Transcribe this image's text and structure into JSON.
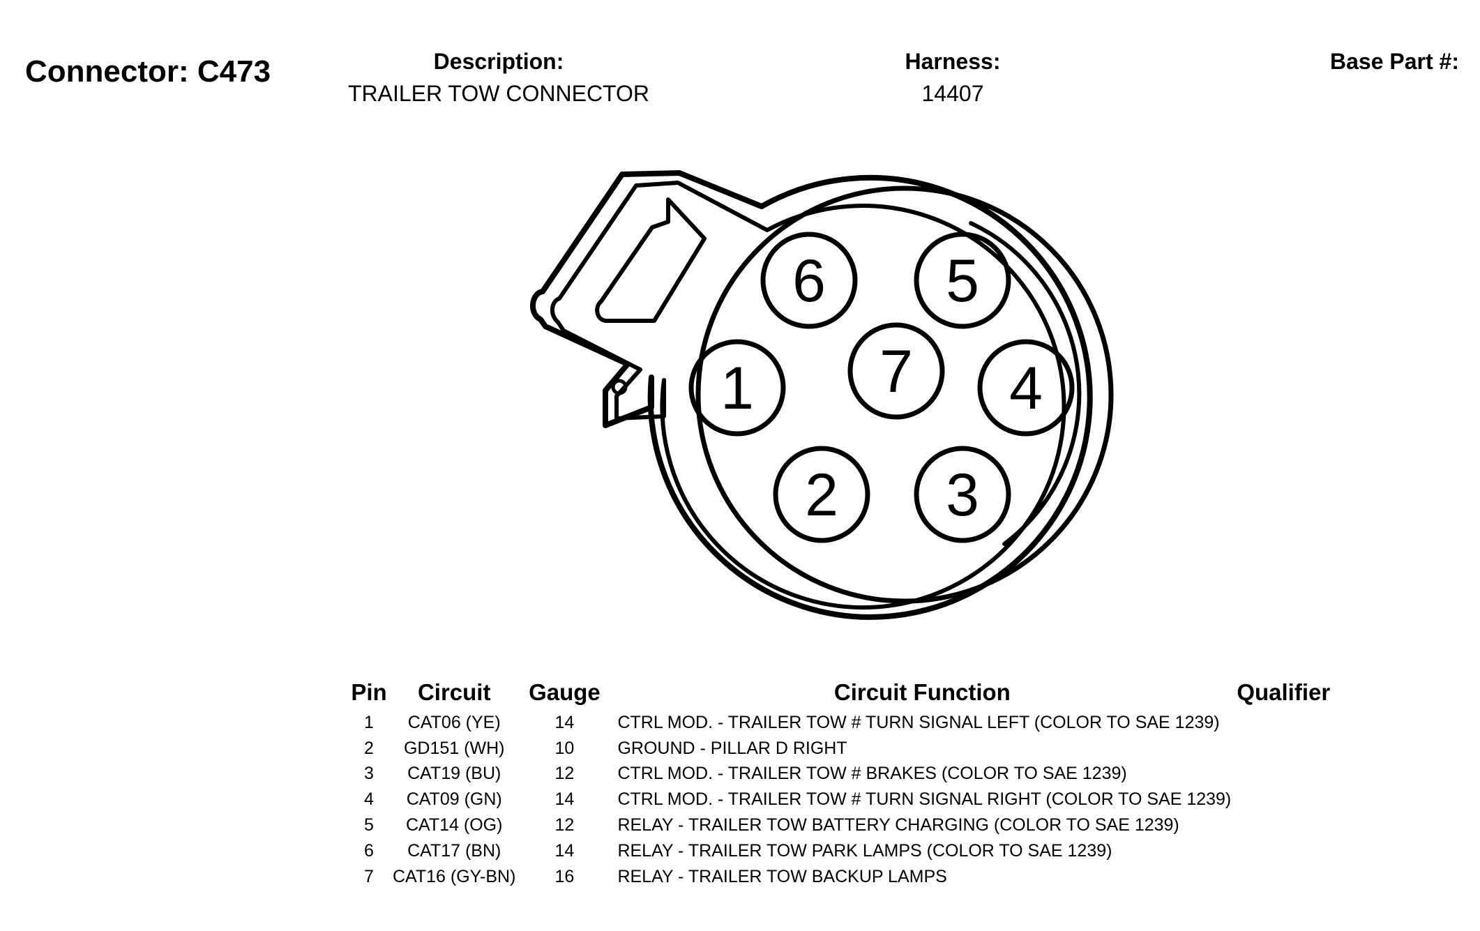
{
  "connector": {
    "title": "Connector: C473",
    "description_label": "Description:",
    "description": "TRAILER TOW CONNECTOR",
    "harness_label": "Harness:",
    "harness": "14407",
    "base_part_label": "Base Part #:"
  },
  "pins": [
    "6",
    "5",
    "1",
    "7",
    "4",
    "2",
    "3"
  ],
  "table": {
    "headers": {
      "pin": "Pin",
      "circuit": "Circuit",
      "gauge": "Gauge",
      "function": "Circuit Function",
      "qualifier": "Qualifier"
    },
    "rows": [
      {
        "pin": "1",
        "circuit": "CAT06 (YE)",
        "gauge": "14",
        "function": "CTRL MOD. - TRAILER TOW # TURN SIGNAL LEFT (COLOR TO SAE 1239)",
        "qualifier": ""
      },
      {
        "pin": "2",
        "circuit": "GD151 (WH)",
        "gauge": "10",
        "function": "GROUND - PILLAR D RIGHT",
        "qualifier": ""
      },
      {
        "pin": "3",
        "circuit": "CAT19 (BU)",
        "gauge": "12",
        "function": "CTRL MOD. - TRAILER TOW # BRAKES (COLOR TO SAE 1239)",
        "qualifier": ""
      },
      {
        "pin": "4",
        "circuit": "CAT09 (GN)",
        "gauge": "14",
        "function": "CTRL MOD. - TRAILER TOW # TURN SIGNAL RIGHT (COLOR TO SAE 1239)",
        "qualifier": ""
      },
      {
        "pin": "5",
        "circuit": "CAT14 (OG)",
        "gauge": "12",
        "function": "RELAY - TRAILER TOW BATTERY CHARGING (COLOR TO SAE 1239)",
        "qualifier": ""
      },
      {
        "pin": "6",
        "circuit": "CAT17 (BN)",
        "gauge": "14",
        "function": "RELAY - TRAILER TOW PARK LAMPS (COLOR TO SAE 1239)",
        "qualifier": ""
      },
      {
        "pin": "7",
        "circuit": "CAT16 (GY-BN)",
        "gauge": "16",
        "function": "RELAY - TRAILER TOW BACKUP LAMPS",
        "qualifier": ""
      }
    ]
  }
}
